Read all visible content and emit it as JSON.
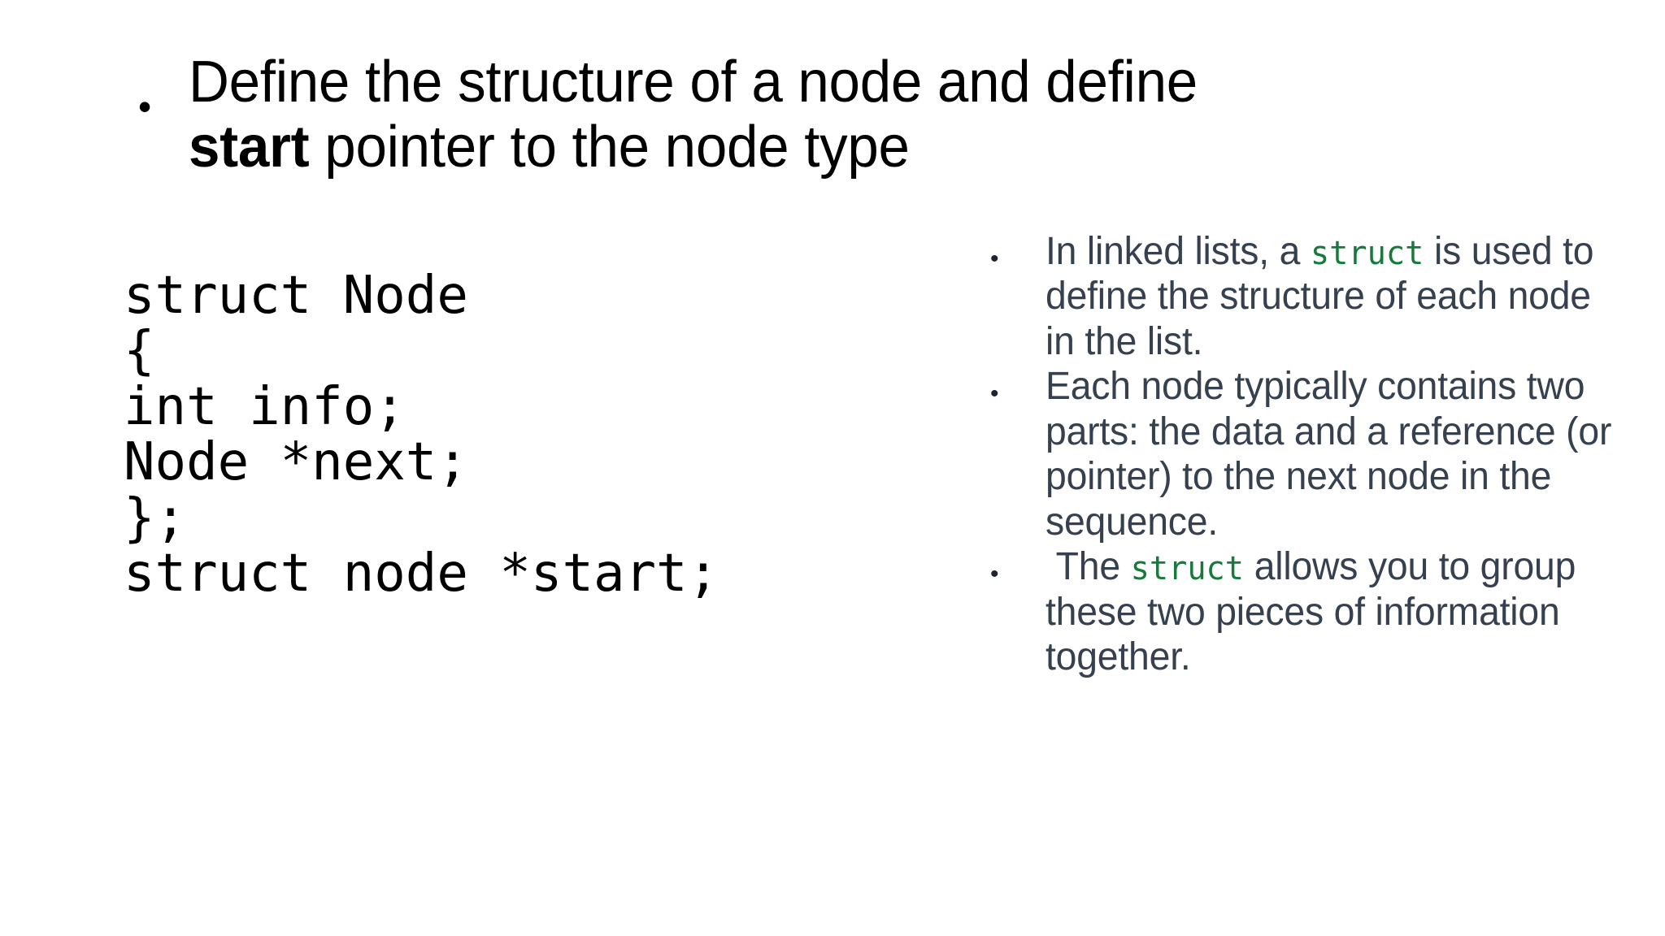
{
  "slide": {
    "background": "#ffffff",
    "title": {
      "bullet": "bullet-dot",
      "line1": "Define the structure of a node and define",
      "line2_bold": "start",
      "line2_rest": " pointer to the node type",
      "color": "#000000"
    },
    "code_block": {
      "color": "#000000",
      "lines": [
        "struct Node",
        "{",
        "int info;",
        "Node *next;",
        "};",
        "struct node *start;"
      ]
    },
    "right_column": {
      "text_color": "#36404f",
      "keyword_color": "#177a3b",
      "bullet_glyph": "•",
      "bullets": [
        {
          "pre": "In linked lists, a ",
          "keyword": "struct",
          "post": " is used to define the structure of each node in the list."
        },
        {
          "pre": "Each node typically contains two parts: the data and a reference (or pointer) to the next node in the sequence.",
          "keyword": "",
          "post": ""
        },
        {
          "pre": " The ",
          "keyword": "struct",
          "post": " allows you to group these two pieces of information together."
        }
      ]
    }
  }
}
